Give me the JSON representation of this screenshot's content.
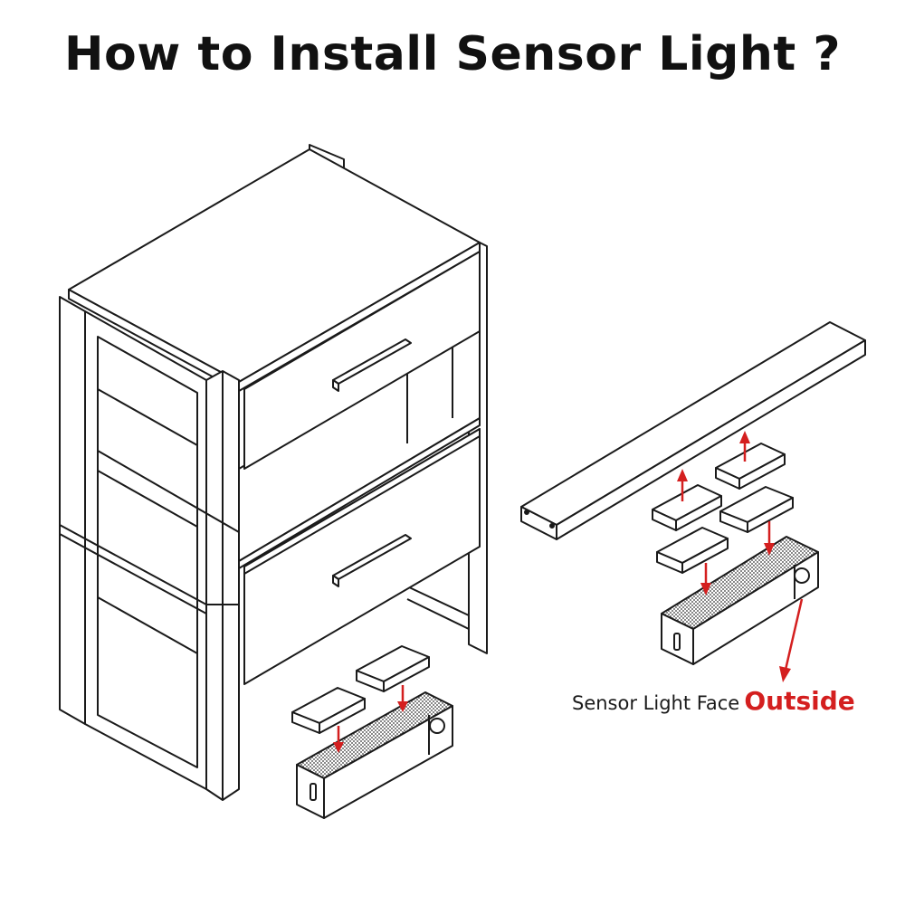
{
  "title": "How to Install Sensor Light ?",
  "caption": {
    "main": "Sensor Light Face",
    "accent": "Outside"
  },
  "colors": {
    "line": "#1a1a1a",
    "arrow": "#d41f1f",
    "background": "#ffffff"
  }
}
